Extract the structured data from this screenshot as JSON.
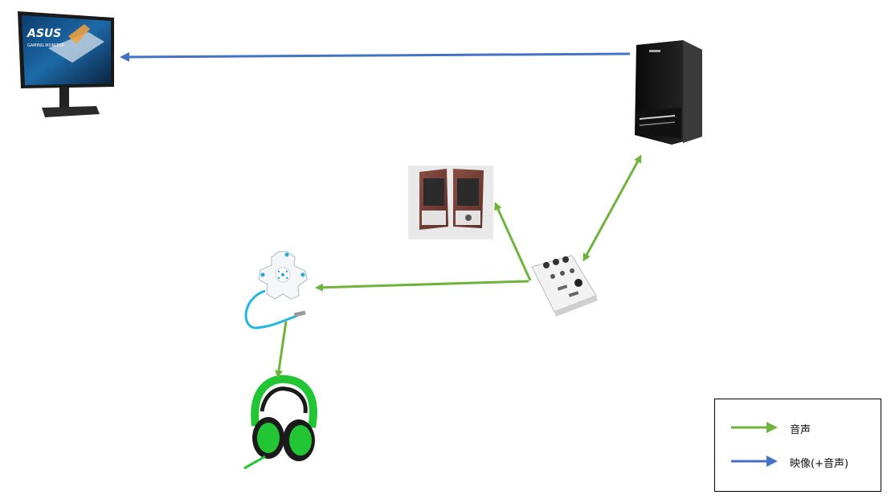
{
  "colors": {
    "audio": "#6fb33c",
    "video": "#4472c4"
  },
  "devices": [
    {
      "id": "monitor",
      "icon": "gaming-monitor",
      "brand": "ASUS",
      "caption": "GAMING MONITOR"
    },
    {
      "id": "pc",
      "icon": "desktop-tower-pc"
    },
    {
      "id": "speakers",
      "icon": "stereo-speakers"
    },
    {
      "id": "mixer",
      "icon": "audio-mixer"
    },
    {
      "id": "splitter",
      "icon": "headphone-splitter"
    },
    {
      "id": "headset",
      "icon": "gaming-headset"
    }
  ],
  "legend": {
    "items": [
      {
        "label": "音声",
        "color": "#6fb33c"
      },
      {
        "label": "映像(+音声)",
        "color": "#4472c4"
      }
    ]
  }
}
